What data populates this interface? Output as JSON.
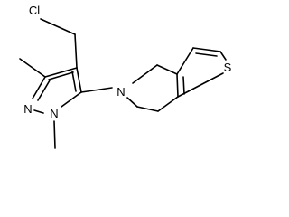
{
  "molecule": {
    "atom_labels": {
      "cl": "Cl",
      "n_ring_a": "N",
      "n_ring_b": "N",
      "n_bicycle": "N",
      "s": "S"
    },
    "colors": {
      "bond": "#000000",
      "label": "#000000",
      "background": "#ffffff"
    }
  }
}
